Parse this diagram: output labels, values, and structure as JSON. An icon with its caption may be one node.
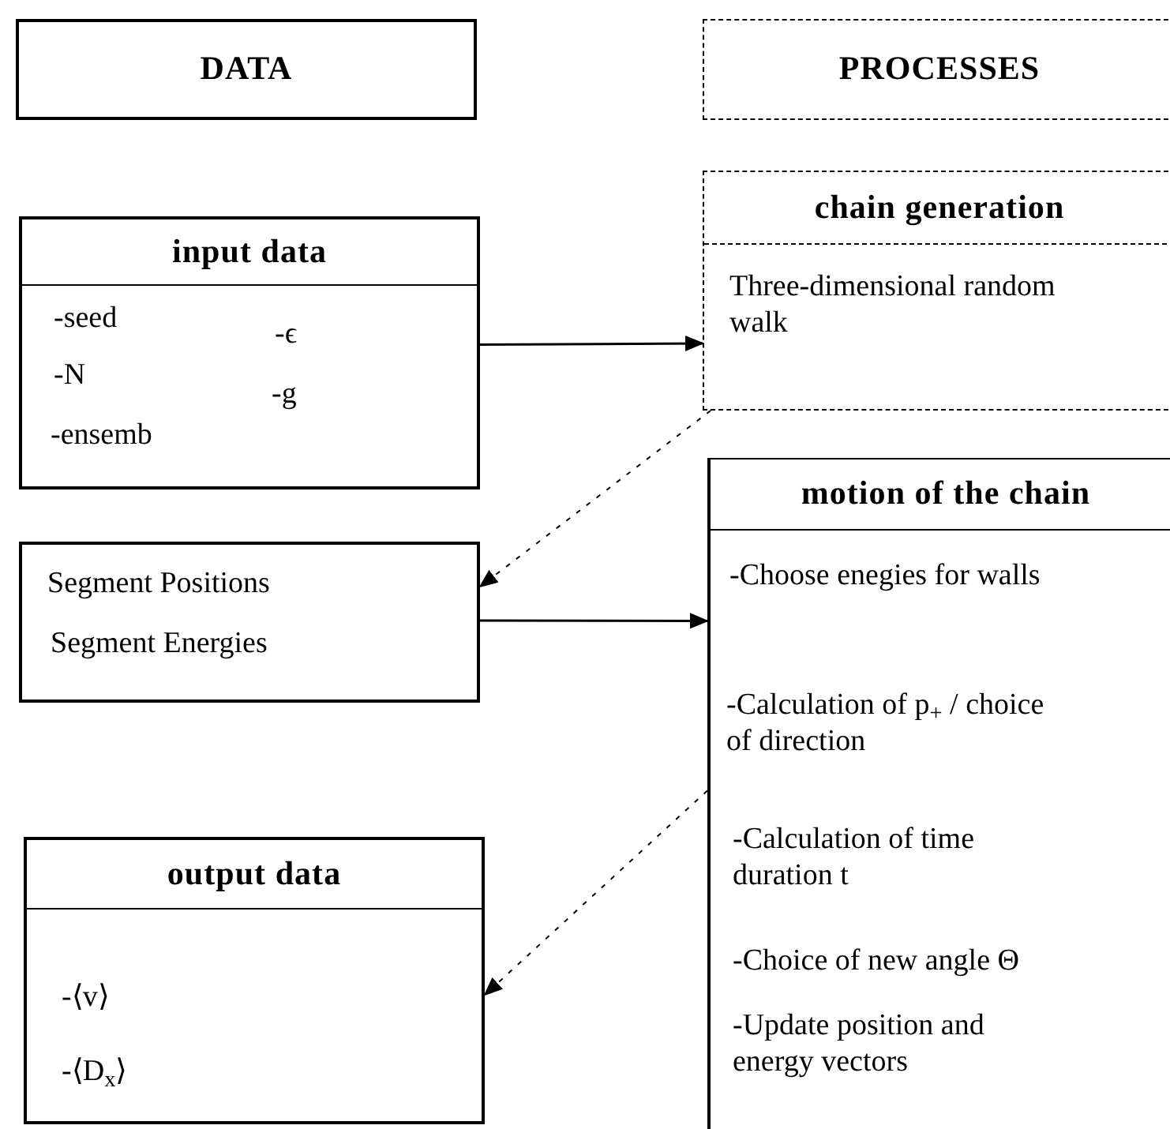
{
  "diagram": {
    "nodes": [
      {
        "text": [
          "DATA"
        ]
      },
      {
        "text": [
          "PROCESSES"
        ]
      },
      {
        "text": [
          "input data",
          "-seed",
          "-ϵ",
          "-N",
          "-g",
          "-ensemb"
        ]
      },
      {
        "text": [
          "chain generation",
          "Three-dimensional random walk"
        ]
      },
      {
        "text": [
          "Segment Positions",
          "Segment Energies"
        ]
      },
      {
        "text": [
          "motion of the chain",
          "-Choose enegies for walls",
          "-Calculation of p$_{+}$ / choice of direction",
          "-Calculation of time duration t",
          "-Choice of new angle Θ",
          "-Update position and energy vectors"
        ]
      },
      {
        "text": [
          "output data",
          "-⟨v⟩",
          "-⟨D$_{x}$⟩"
        ]
      }
    ],
    "edges": [
      {
        "from": 2,
        "to": 3,
        "arrow": "to"
      },
      {
        "from": 3,
        "to": 4,
        "arrow": "to",
        "style": "dashed"
      },
      {
        "from": 4,
        "to": 5,
        "arrow": "to"
      },
      {
        "from": 5,
        "to": 6,
        "arrow": "to",
        "style": "dashed"
      }
    ]
  }
}
